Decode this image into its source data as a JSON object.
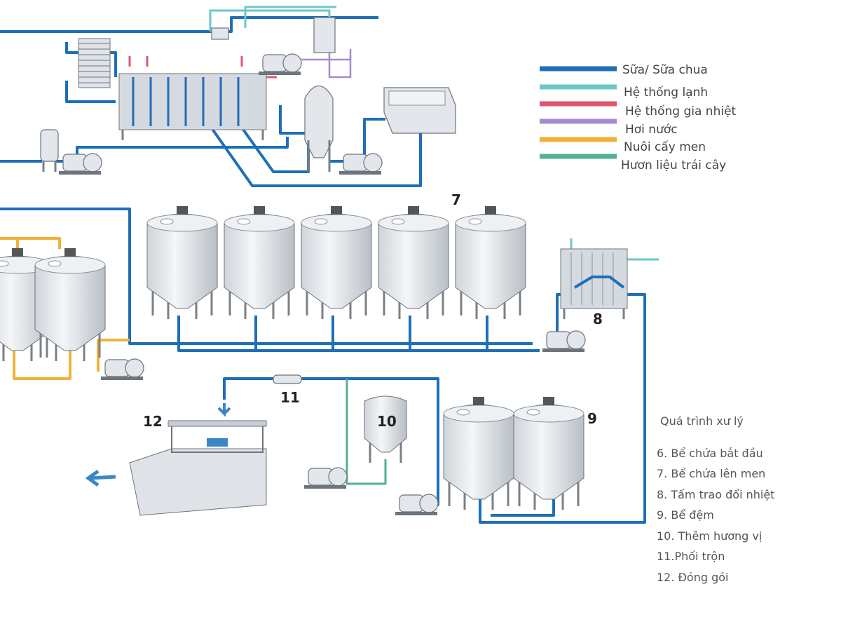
{
  "legend": {
    "items": [
      {
        "label": "Sữa/ Sữa chua",
        "color": "#1f6fb8"
      },
      {
        "label": "Hệ thống lạnh",
        "color": "#6cc7c8"
      },
      {
        "label": "Hệ thống gia nhiệt",
        "color": "#e05570"
      },
      {
        "label": "Hơi nước",
        "color": "#a58ad0"
      },
      {
        "label": "Nuôi cấy men",
        "color": "#f0b23a"
      },
      {
        "label": "Hươn liệu trái cây",
        "color": "#4fb38d"
      }
    ]
  },
  "labels": {
    "n7": "7",
    "n8": "8",
    "n9": "9",
    "n10": "10",
    "n11": "11",
    "n12": "12"
  },
  "process": {
    "title": "Quá trình xư lý",
    "steps": [
      "6. Bể chứa bắt đầu",
      "7. Bể chứa lên men",
      "8. Tấm trao đổi nhiệt",
      "9. Bể đệm",
      "10. Thêm hương vị",
      "11.Phối trộn",
      "12. Đóng gói"
    ]
  }
}
